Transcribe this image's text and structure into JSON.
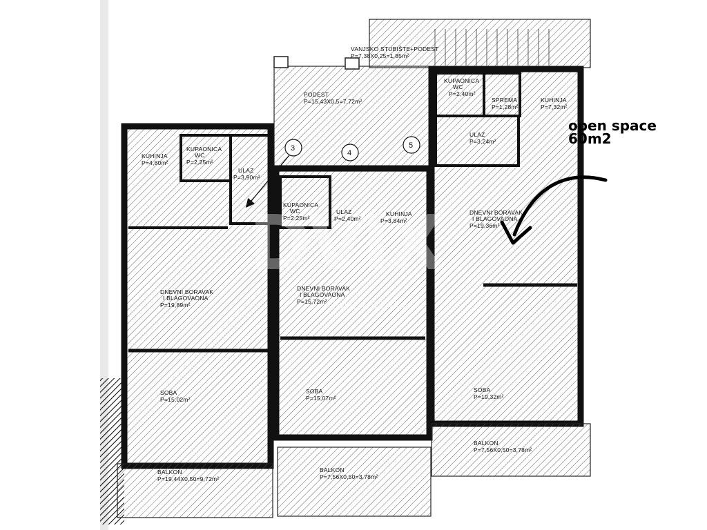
{
  "annotation": {
    "line1": "open space",
    "line2": "60m2"
  },
  "watermark": {
    "main": "DVIX",
    "sub": "REAL ESTATE"
  },
  "circles": [
    "3",
    "4",
    "5"
  ],
  "rooms": {
    "stairs": {
      "name": "VANJSKO STUBIŠTE+PODEST",
      "area": "P=7,38X0,25=1,85m²"
    },
    "podest": {
      "name": "PODEST",
      "area": "P=15,43X0,5=7,72m²"
    },
    "a_kitchen": {
      "name": "KUHINJA",
      "area": "P=4,80m²"
    },
    "a_bath": {
      "name": "KUPAONICA",
      "sub": "WC",
      "area": "P=2,25m²"
    },
    "a_entry": {
      "name": "ULAZ",
      "area": "P=3,90m²"
    },
    "a_living": {
      "name": "DNEVNI BORAVAK",
      "sub": "I BLAGOVAONA",
      "area": "P=19,89m²"
    },
    "a_room": {
      "name": "SOBA",
      "area": "P=15,02m²"
    },
    "a_balcony": {
      "name": "BALKON",
      "area": "P=19,44X0,50=9,72m²"
    },
    "b_bath": {
      "name": "KUPAONICA",
      "sub": "WC",
      "area": "P=2,25m²"
    },
    "b_entry": {
      "name": "ULAZ",
      "area": "P=2,40m²"
    },
    "b_kitchen": {
      "name": "KUHINJA",
      "area": "P=3,84m²"
    },
    "b_living": {
      "name": "DNEVNI BORAVAK",
      "sub": "I BLAGOVAONA",
      "area": "P=15,72m²"
    },
    "b_room": {
      "name": "SOBA",
      "area": "P=15,07m²"
    },
    "b_balcony": {
      "name": "BALKON",
      "area": "P=7,56X0,50=3,78m²"
    },
    "c_bath": {
      "name": "KUPAONICA",
      "sub": "WC",
      "area": "P=2,40m²"
    },
    "c_storage": {
      "name": "SPREMA",
      "area": "P=1,28m²"
    },
    "c_kitchen": {
      "name": "KUHINJA",
      "area": "P=7,32m²"
    },
    "c_entry": {
      "name": "ULAZ",
      "area": "P=3,24m²"
    },
    "c_living": {
      "name": "DNEVNI BORAVAK",
      "sub": "I BLAGOVAONA",
      "area": "P=19,36m²"
    },
    "c_room": {
      "name": "SOBA",
      "area": "P=19,32m²"
    },
    "c_balcony": {
      "name": "BALKON",
      "area": "P=7,56X0,50=3,78m²"
    }
  }
}
